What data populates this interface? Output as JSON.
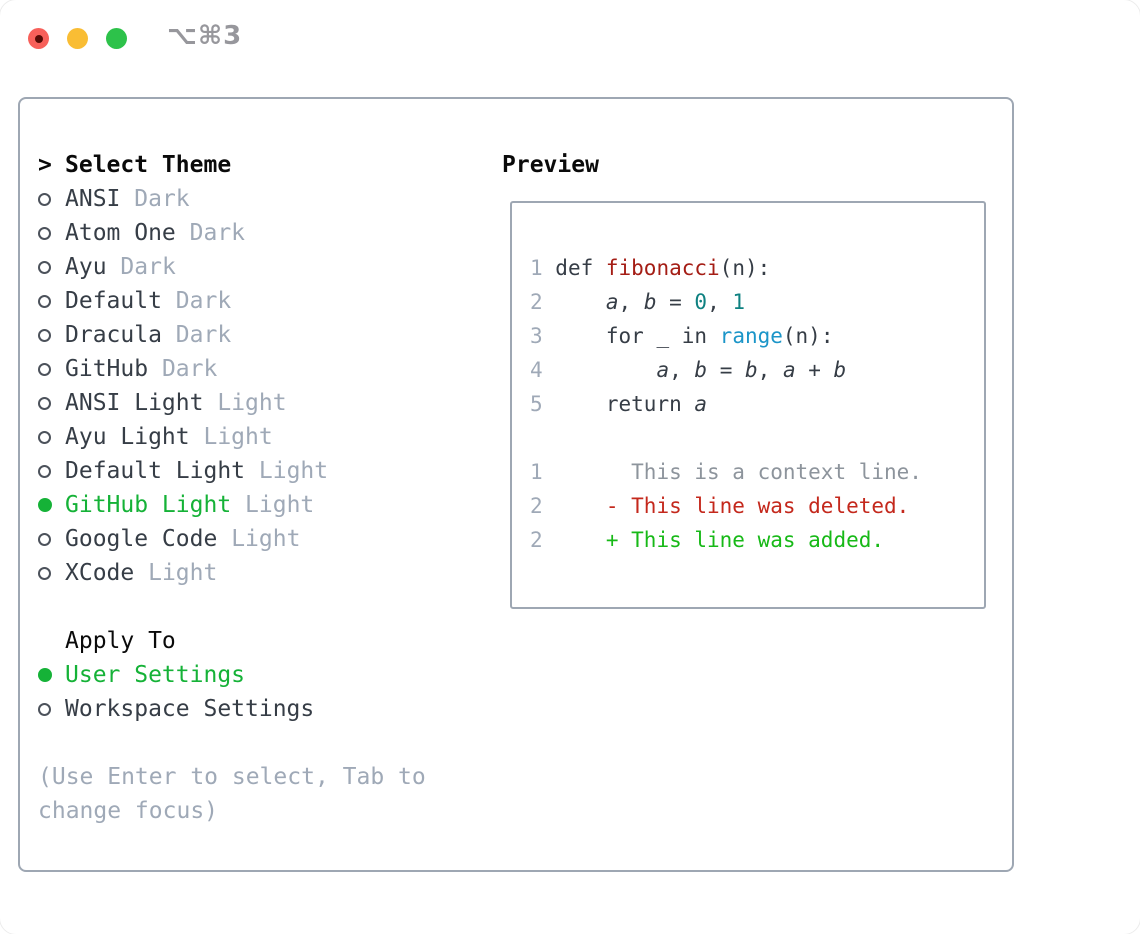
{
  "window": {
    "title": "⌥⌘3"
  },
  "colors": {
    "accent_green": "#15b237",
    "add_green": "#17b917",
    "del_red": "#c4281c",
    "func_red": "#a41d15",
    "num_teal": "#0e8181",
    "call_blue": "#1b95c8",
    "text_dark": "#363d46",
    "muted_gray": "#9fa9b7",
    "ctx_gray": "#8d949c",
    "border_gray": "#9ea7b3",
    "title_gray": "#97979c",
    "header_black": "#0a0a0a",
    "traffic_red": "#f7605a",
    "traffic_red_dot": "#560b06",
    "traffic_yellow": "#f9bd34",
    "traffic_green": "#2dc24a"
  },
  "icons": {
    "prompt": ">",
    "radio_unselected": "circle-outline",
    "radio_selected": "circle-filled-green"
  },
  "theme_list": {
    "prompt": ">",
    "header": "Select Theme",
    "items": [
      {
        "name": "ANSI",
        "variant": "Dark",
        "selected": false
      },
      {
        "name": "Atom One",
        "variant": "Dark",
        "selected": false
      },
      {
        "name": "Ayu",
        "variant": "Dark",
        "selected": false
      },
      {
        "name": "Default",
        "variant": "Dark",
        "selected": false
      },
      {
        "name": "Dracula",
        "variant": "Dark",
        "selected": false
      },
      {
        "name": "GitHub",
        "variant": "Dark",
        "selected": false
      },
      {
        "name": "ANSI Light",
        "variant": "Light",
        "selected": false
      },
      {
        "name": "Ayu Light",
        "variant": "Light",
        "selected": false
      },
      {
        "name": "Default Light",
        "variant": "Light",
        "selected": false
      },
      {
        "name": "GitHub Light",
        "variant": "Light",
        "selected": true
      },
      {
        "name": "Google Code",
        "variant": "Light",
        "selected": false
      },
      {
        "name": "XCode",
        "variant": "Light",
        "selected": false
      }
    ]
  },
  "preview": {
    "header": "Preview",
    "lines": [
      {
        "num": "1",
        "segments": [
          {
            "t": "def ",
            "s": "plain"
          },
          {
            "t": "fibonacci",
            "s": "func"
          },
          {
            "t": "(n):",
            "s": "plain"
          }
        ]
      },
      {
        "num": "2",
        "segments": [
          {
            "t": "    ",
            "s": "plain"
          },
          {
            "t": "a",
            "s": "var"
          },
          {
            "t": ", ",
            "s": "plain"
          },
          {
            "t": "b",
            "s": "var"
          },
          {
            "t": " = ",
            "s": "plain"
          },
          {
            "t": "0",
            "s": "lit"
          },
          {
            "t": ", ",
            "s": "plain"
          },
          {
            "t": "1",
            "s": "lit"
          }
        ]
      },
      {
        "num": "3",
        "segments": [
          {
            "t": "    for _ in ",
            "s": "plain"
          },
          {
            "t": "range",
            "s": "call"
          },
          {
            "t": "(n):",
            "s": "plain"
          }
        ]
      },
      {
        "num": "4",
        "segments": [
          {
            "t": "        ",
            "s": "plain"
          },
          {
            "t": "a",
            "s": "var"
          },
          {
            "t": ", ",
            "s": "plain"
          },
          {
            "t": "b",
            "s": "var"
          },
          {
            "t": " = ",
            "s": "plain"
          },
          {
            "t": "b",
            "s": "var"
          },
          {
            "t": ", ",
            "s": "plain"
          },
          {
            "t": "a",
            "s": "var"
          },
          {
            "t": " + ",
            "s": "plain"
          },
          {
            "t": "b",
            "s": "var"
          }
        ]
      },
      {
        "num": "5",
        "segments": [
          {
            "t": "    return ",
            "s": "plain"
          },
          {
            "t": "a",
            "s": "var"
          }
        ]
      },
      {
        "num": "",
        "segments": []
      },
      {
        "num": "1",
        "segments": [
          {
            "t": "      This is a context line.",
            "s": "ctx"
          }
        ]
      },
      {
        "num": "2",
        "segments": [
          {
            "t": "    - This line was deleted.",
            "s": "del"
          }
        ]
      },
      {
        "num": "2",
        "segments": [
          {
            "t": "    + This line was added.",
            "s": "add"
          }
        ]
      }
    ]
  },
  "apply_to": {
    "header": "Apply To",
    "items": [
      {
        "label": "User Settings",
        "selected": true
      },
      {
        "label": "Workspace Settings",
        "selected": false
      }
    ]
  },
  "footer": {
    "lines": [
      "(Use Enter to select, Tab to",
      "change focus)"
    ]
  }
}
